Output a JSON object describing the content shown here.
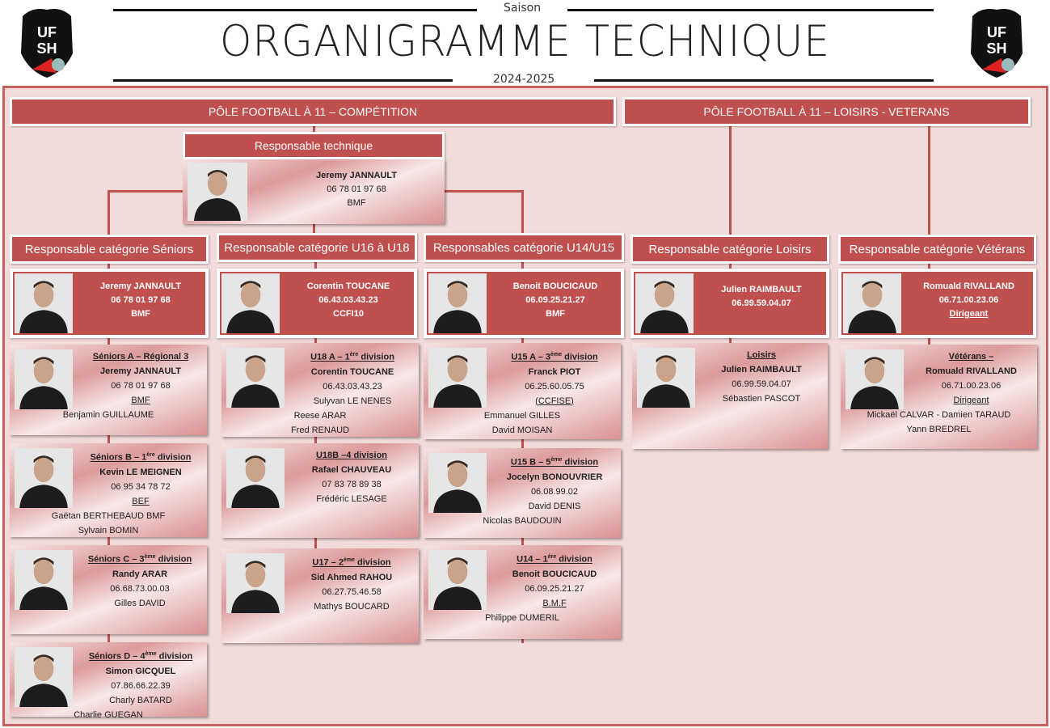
{
  "header": {
    "season_label": "Saison",
    "title": "ORGANIGRAMME TECHNIQUE",
    "season": "2024-2025",
    "logo_text": "UFSH"
  },
  "colors": {
    "accent": "#c0504d",
    "background": "#f2dcdb"
  },
  "poles": [
    {
      "label": "PÔLE FOOTBALL À 11 – COMPÉTITION"
    },
    {
      "label": "PÔLE FOOTBALL À 11 – LOISIRS - VETERANS"
    }
  ],
  "technical": {
    "label": "Responsable technique",
    "lines": [
      {
        "type": "name",
        "text": "Jeremy JANNAULT"
      },
      {
        "type": "phone",
        "text": "06 78 01 97 68"
      },
      {
        "type": "phone",
        "text": "BMF"
      }
    ]
  },
  "columns": [
    {
      "label": "Responsable catégorie Séniors",
      "resp": [
        {
          "type": "name",
          "text": "Jeremy JANNAULT"
        },
        {
          "type": "name",
          "text": "06 78 01 97 68"
        },
        {
          "type": "name",
          "text": "BMF"
        }
      ],
      "teams": [
        {
          "title": {
            "pre": "Séniors A – Régional 3",
            "sup": "",
            "post": ""
          },
          "lines": [
            {
              "type": "name",
              "text": "Jeremy JANNAULT"
            },
            {
              "type": "phone",
              "text": "06 78 01 97 68"
            },
            {
              "type": "dip",
              "text": "BMF"
            },
            {
              "type": "staff",
              "text": "Benjamin GUILLAUME"
            }
          ]
        },
        {
          "title": {
            "pre": "Séniors B – 1",
            "sup": "ère",
            "post": " division"
          },
          "lines": [
            {
              "type": "name",
              "text": "Kevin LE MEIGNEN"
            },
            {
              "type": "phone",
              "text": "06 95 34 78 72"
            },
            {
              "type": "dip",
              "text": "BEF"
            },
            {
              "type": "staff",
              "text": "Gaëtan BERTHEBAUD BMF"
            },
            {
              "type": "staff",
              "text": "Sylvain BOMIN"
            }
          ]
        },
        {
          "title": {
            "pre": "Séniors C – 3",
            "sup": "ème",
            "post": " division"
          },
          "lines": [
            {
              "type": "name",
              "text": "Randy ARAR"
            },
            {
              "type": "phone",
              "text": "06.68.73.00.03"
            },
            {
              "type": "staff",
              "text": "Gilles DAVID"
            }
          ]
        },
        {
          "title": {
            "pre": "Séniors D – 4",
            "sup": "ème",
            "post": " division"
          },
          "lines": [
            {
              "type": "name",
              "text": "Simon GICQUEL"
            },
            {
              "type": "phone",
              "text": "07.86.66.22.39"
            },
            {
              "type": "staff",
              "text": "Charly BATARD"
            },
            {
              "type": "staff",
              "text": "Charlie GUEGAN"
            }
          ]
        }
      ]
    },
    {
      "label": "Responsable catégorie U16 à U18",
      "resp": [
        {
          "type": "name",
          "text": "Corentin TOUCANE"
        },
        {
          "type": "phone",
          "text": "06.43.03.43.23"
        },
        {
          "type": "phone",
          "text": "CCFI10"
        }
      ],
      "teams": [
        {
          "title": {
            "pre": "U18 A – 1",
            "sup": "ère",
            "post": " division"
          },
          "lines": [
            {
              "type": "name",
              "text": "Corentin TOUCANE"
            },
            {
              "type": "phone",
              "text": "06.43.03.43.23"
            },
            {
              "type": "staff",
              "text": "Sulyvan LE NENES"
            },
            {
              "type": "staff",
              "text": "Reese ARAR"
            },
            {
              "type": "staff",
              "text": "Fred RENAUD"
            }
          ]
        },
        {
          "title": {
            "pre": "U18B –4 division",
            "sup": "",
            "post": ""
          },
          "lines": [
            {
              "type": "name",
              "text": "Rafael CHAUVEAU"
            },
            {
              "type": "phone",
              "text": "07 83 78 89 38"
            },
            {
              "type": "staff",
              "text": "Frédéric LESAGE"
            }
          ]
        },
        {
          "title": {
            "pre": "U17 – 2",
            "sup": "ème",
            "post": " division"
          },
          "lines": [
            {
              "type": "name",
              "text": "Sid Ahmed RAHOU"
            },
            {
              "type": "phone",
              "text": "06.27.75.46.58"
            },
            {
              "type": "staff",
              "text": "Mathys BOUCARD"
            }
          ]
        }
      ]
    },
    {
      "label": "Responsables catégorie U14/U15",
      "resp": [
        {
          "type": "name",
          "text": "Benoit BOUCICAUD"
        },
        {
          "type": "phone",
          "text": "06.09.25.21.27"
        },
        {
          "type": "phone",
          "text": "BMF"
        }
      ],
      "teams": [
        {
          "title": {
            "pre": "U15 A – 3",
            "sup": "ème",
            "post": " division"
          },
          "lines": [
            {
              "type": "name",
              "text": "Franck PIOT"
            },
            {
              "type": "phone",
              "text": "06.25.60.05.75"
            },
            {
              "type": "dip",
              "text": "(CCFISE)"
            },
            {
              "type": "staff",
              "text": "Emmanuel GILLES"
            },
            {
              "type": "staff",
              "text": "David MOISAN"
            }
          ]
        },
        {
          "title": {
            "pre": "U15 B – 5",
            "sup": "ème",
            "post": " division"
          },
          "lines": [
            {
              "type": "name",
              "text": "Jocelyn BONOUVRIER"
            },
            {
              "type": "phone",
              "text": "06.08.99.02"
            },
            {
              "type": "staff",
              "text": "David DENIS"
            },
            {
              "type": "staff",
              "text": "Nicolas BAUDOUIN"
            }
          ]
        },
        {
          "title": {
            "pre": "U14 – 1",
            "sup": "ère",
            "post": " division"
          },
          "lines": [
            {
              "type": "name",
              "text": "Benoit BOUCICAUD"
            },
            {
              "type": "phone",
              "text": "06.09.25.21.27"
            },
            {
              "type": "dip",
              "text": "B.M.F"
            },
            {
              "type": "staff",
              "text": "Philippe DUMERIL"
            }
          ]
        }
      ]
    },
    {
      "label": "Responsable catégorie Loisirs",
      "resp": [
        {
          "type": "name",
          "text": "Julien RAIMBAULT"
        },
        {
          "type": "name",
          "text": "06.99.59.04.07"
        }
      ],
      "teams": [
        {
          "title": {
            "pre": "Loisirs",
            "sup": "",
            "post": ""
          },
          "lines": [
            {
              "type": "name",
              "text": "Julien RAIMBAULT"
            },
            {
              "type": "phone",
              "text": "06.99.59.04.07"
            },
            {
              "type": "staff",
              "text": "Sébastien PASCOT"
            }
          ]
        }
      ]
    },
    {
      "label": "Responsable catégorie Vétérans",
      "resp": [
        {
          "type": "name",
          "text": "Romuald RIVALLAND"
        },
        {
          "type": "phone",
          "text": "06.71.00.23.06"
        },
        {
          "type": "dip",
          "text": "Dirigeant"
        }
      ],
      "teams": [
        {
          "title": {
            "pre": "Vétérans –",
            "sup": "",
            "post": ""
          },
          "lines": [
            {
              "type": "name",
              "text": "Romuald RIVALLAND"
            },
            {
              "type": "phone",
              "text": "06.71.00.23.06"
            },
            {
              "type": "dip",
              "text": "Dirigeant"
            },
            {
              "type": "staff",
              "text": "Mickaël CALVAR - Damien TARAUD"
            },
            {
              "type": "staff",
              "text": "Yann BREDREL"
            }
          ]
        }
      ]
    }
  ]
}
